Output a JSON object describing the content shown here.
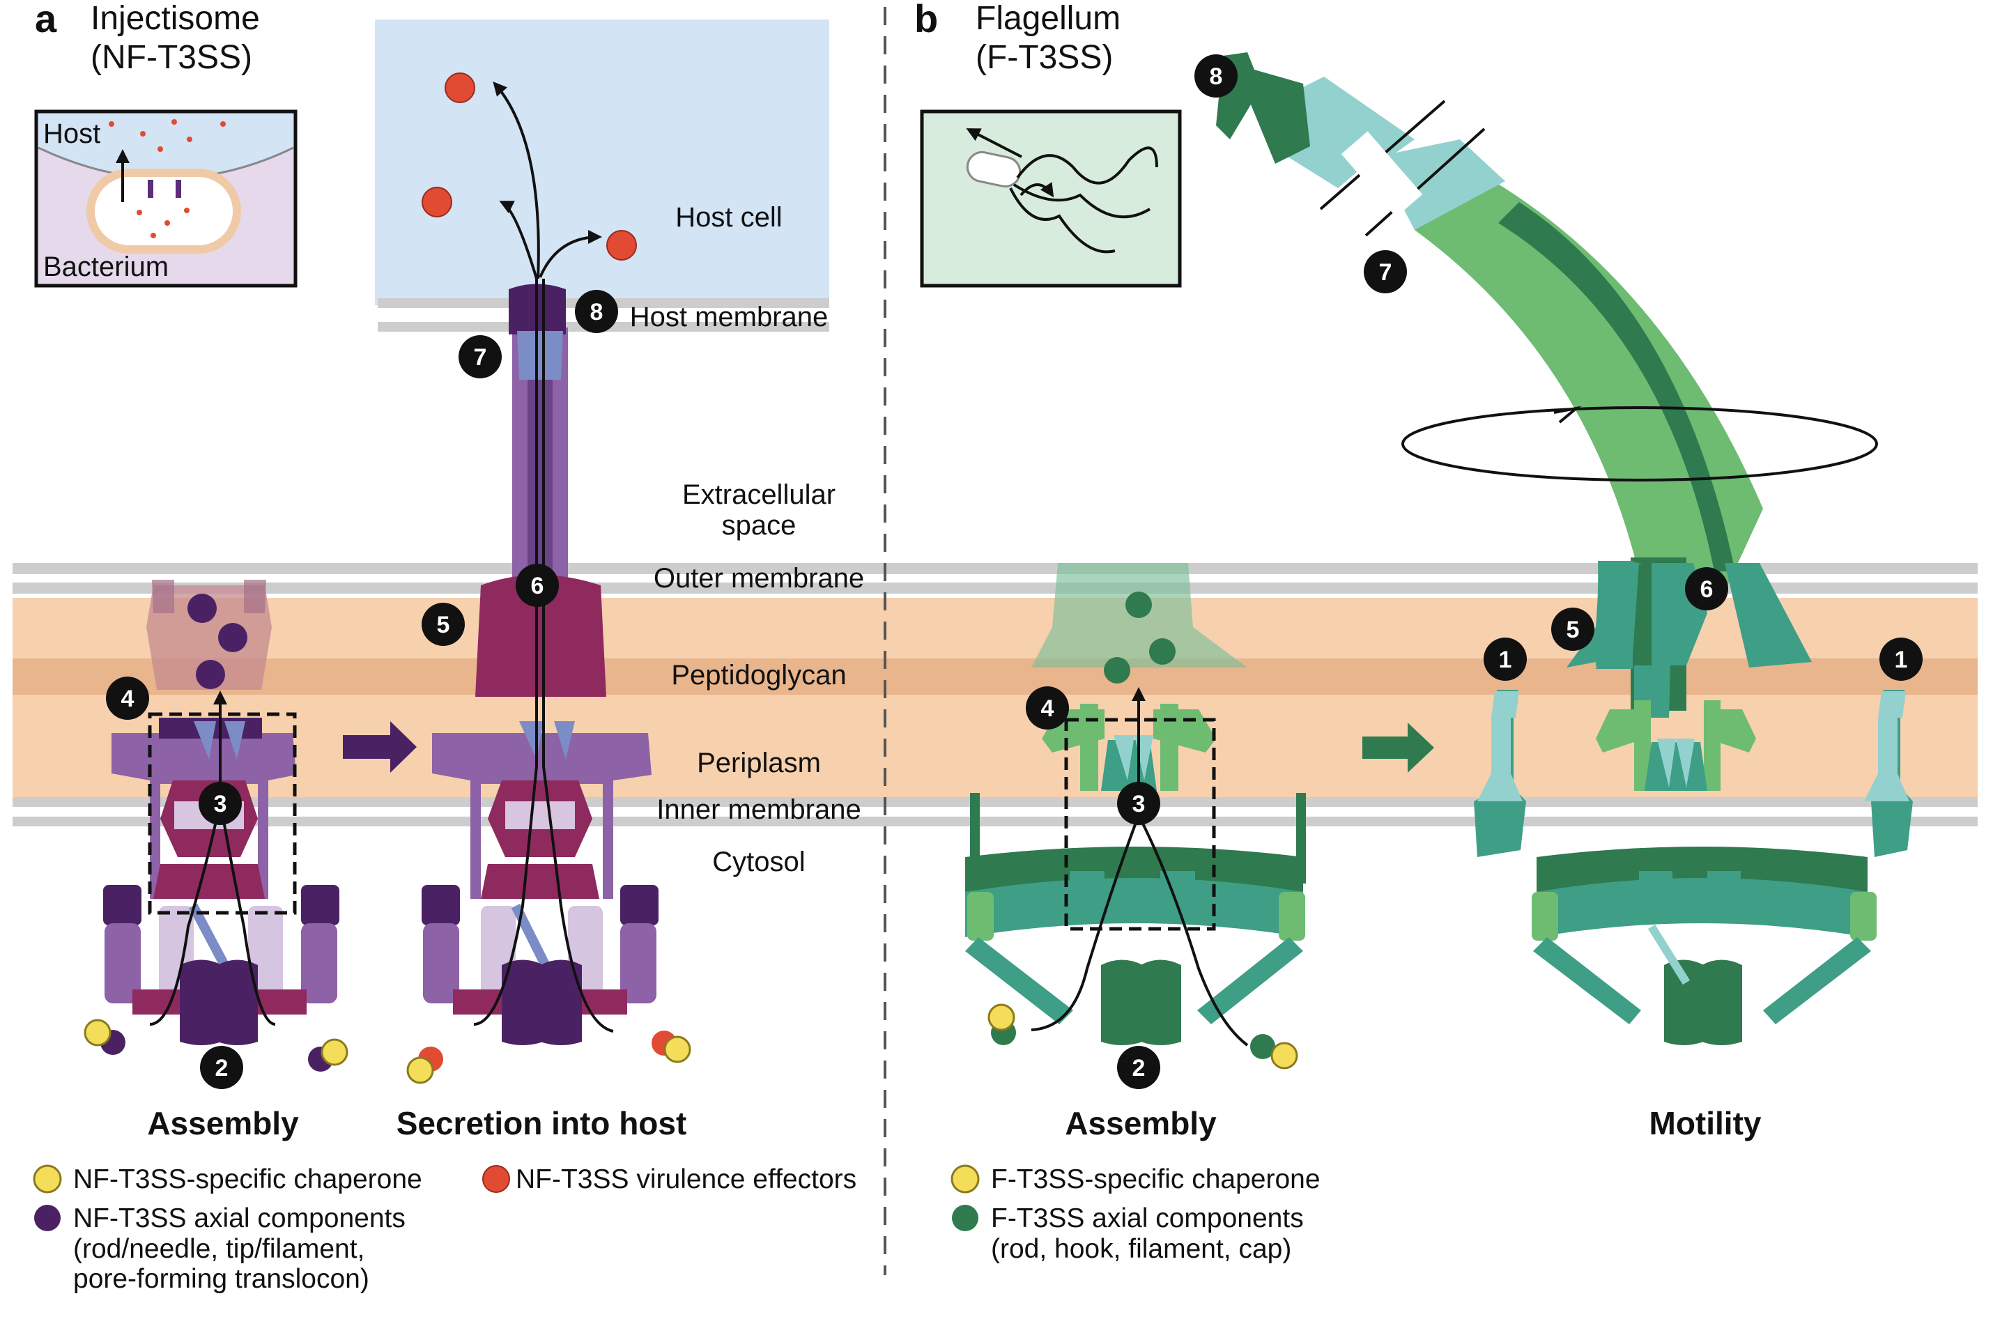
{
  "panel_a": {
    "letter": "a",
    "title_line1": "Injectisome",
    "title_line2": "(NF-T3SS)",
    "inset": {
      "host": "Host",
      "bacterium": "Bacterium"
    },
    "labels": {
      "assembly": "Assembly",
      "secretion": "Secretion into host"
    }
  },
  "panel_b": {
    "letter": "b",
    "title_line1": "Flagellum",
    "title_line2": "(F-T3SS)",
    "labels": {
      "assembly": "Assembly",
      "motility": "Motility"
    }
  },
  "compartments": {
    "host_cell": "Host cell",
    "host_membrane": "Host membrane",
    "extracellular_line1": "Extracellular",
    "extracellular_line2": "space",
    "outer_membrane": "Outer membrane",
    "peptidoglycan": "Peptidoglycan",
    "periplasm": "Periplasm",
    "inner_membrane": "Inner membrane",
    "cytosol": "Cytosol"
  },
  "markers": [
    "1",
    "2",
    "3",
    "4",
    "5",
    "6",
    "7",
    "8"
  ],
  "legend": {
    "a_chaperone": "NF-T3SS-specific chaperone",
    "a_axial_line1": "NF-T3SS axial components",
    "a_axial_line2": "(rod/needle, tip/filament,",
    "a_axial_line3": "pore-forming translocon)",
    "a_effectors": "NF-T3SS virulence effectors",
    "b_chaperone": "F-T3SS-specific chaperone",
    "b_axial_line1": "F-T3SS axial components",
    "b_axial_line2": "(rod, hook, filament, cap)"
  },
  "colors": {
    "outer_membrane": "#cdcdcd",
    "peptidoglycan_layer": "#f7d0ad",
    "peptidoglycan_band": "#e9b58d",
    "host_cell": "#d3e4f5",
    "nf_dark_purple": "#4a2264",
    "nf_purple": "#8d62a6",
    "nf_magenta": "#8e2a5e",
    "nf_blue": "#7c8cc6",
    "f_dark_green": "#2f7a4e",
    "f_green": "#6ebb72",
    "f_teal": "#3e9e86",
    "f_light_teal": "#93d1cf",
    "chaperone_yellow": "#f4dd59",
    "effector_red": "#e14b34"
  },
  "icons": [
    "bacterium-inset-icon",
    "swimming-bacterium-icon",
    "rotation-arrow-icon"
  ]
}
